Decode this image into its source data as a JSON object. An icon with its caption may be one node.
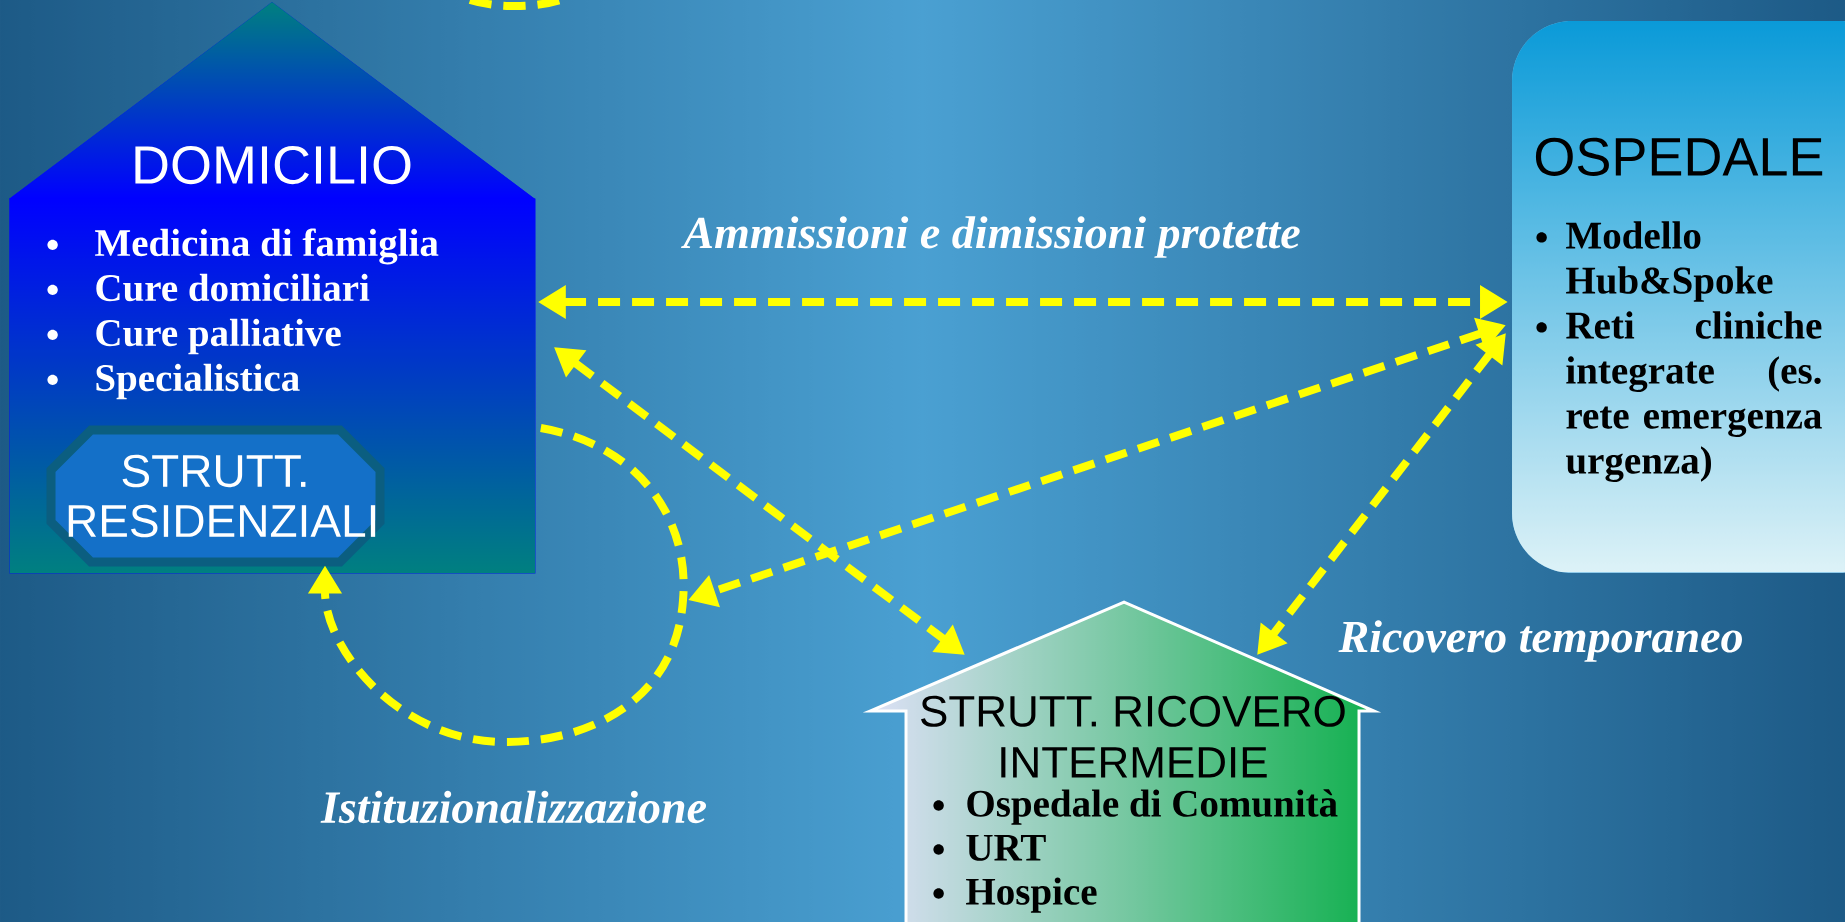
{
  "diagram": {
    "nodes": [
      {
        "text": [
          "DOMICILIO",
          "Medicina di famiglia",
          "Cure domiciliari",
          "Cure palliative",
          "Specialistica"
        ]
      },
      {
        "text": [
          "STRUTT. RESIDENZIALI"
        ],
        "in": 0
      },
      {
        "text": [
          "OSPEDALE",
          "Modello Hub&Spoke",
          "Reti cliniche integrate (es. rete emergenza urgenza)"
        ]
      },
      {
        "text": [
          "STRUTT. RICOVERO INTERMEDIE",
          "Ospedale di Comunità",
          "URT",
          "Hospice"
        ]
      }
    ],
    "edges": [
      {
        "from": 0,
        "to": 2,
        "arrow": "both",
        "label": "Ammissioni e dimissioni protette"
      },
      {
        "from": 0,
        "to": 3,
        "arrow": "both"
      },
      {
        "from": 2,
        "to": null,
        "arrow": "both"
      },
      {
        "from": 2,
        "to": 3,
        "arrow": "both",
        "label": "Ricovero temporaneo"
      },
      {
        "from": 0,
        "to": 1,
        "arrow": "to",
        "label": "Istituzionalizzazione"
      }
    ]
  }
}
